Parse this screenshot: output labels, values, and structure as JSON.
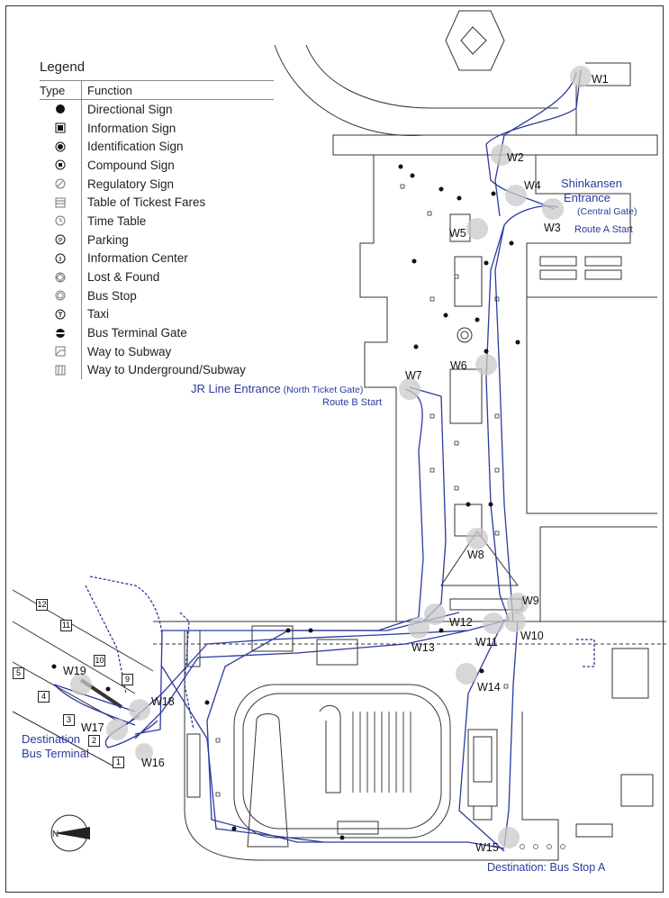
{
  "legend": {
    "title": "Legend",
    "col_type": "Type",
    "col_function": "Function",
    "items": [
      {
        "icon": "filled-circle-icon",
        "label": "Directional Sign"
      },
      {
        "icon": "filled-square-icon",
        "label": "Information Sign"
      },
      {
        "icon": "dot-in-circle-icon",
        "label": "Identification Sign"
      },
      {
        "icon": "square-in-circle-icon",
        "label": "Compound Sign"
      },
      {
        "icon": "slashed-circle-icon",
        "label": "Regulatory Sign"
      },
      {
        "icon": "table-icon",
        "label": "Table of Tickest Fares"
      },
      {
        "icon": "clock-icon",
        "label": "Time Table"
      },
      {
        "icon": "parking-icon",
        "label": "Parking"
      },
      {
        "icon": "info-center-icon",
        "label": "Information Center"
      },
      {
        "icon": "diamond-icon",
        "label": "Lost & Found"
      },
      {
        "icon": "double-circle-icon",
        "label": "Bus Stop"
      },
      {
        "icon": "taxi-icon",
        "label": "Taxi"
      },
      {
        "icon": "half-filled-circle-icon",
        "label": "Bus Terminal Gate"
      },
      {
        "icon": "subway-way-icon",
        "label": "Way to Subway"
      },
      {
        "icon": "underground-icon",
        "label": "Way to Underground/Subway"
      }
    ]
  },
  "annotations": {
    "shinkansen_line1": "Shinkansen",
    "shinkansen_line2": "Entrance",
    "shinkansen_line3": "(Central Gate)",
    "route_a": "Route A Start",
    "jr_entrance_main": "JR Line Entrance",
    "jr_entrance_sub": " (North Ticket Gate)",
    "route_b": "Route B Start",
    "dest_bus_terminal_1": "Destination",
    "dest_bus_terminal_2": "Bus Terminal",
    "dest_bus_stop": "Destination: Bus Stop A"
  },
  "waypoints": [
    "W1",
    "W2",
    "W3",
    "W4",
    "W5",
    "W6",
    "W7",
    "W8",
    "W9",
    "W10",
    "W11",
    "W12",
    "W13",
    "W14",
    "W15",
    "W16",
    "W17",
    "W18",
    "W19"
  ],
  "bus_gate_numbers": [
    "1",
    "2",
    "3",
    "4",
    "5",
    "9",
    "10",
    "11",
    "12"
  ],
  "colors": {
    "route": "#2b3a9e",
    "waypoint": "#c9c9c9",
    "lines": "#333333"
  }
}
